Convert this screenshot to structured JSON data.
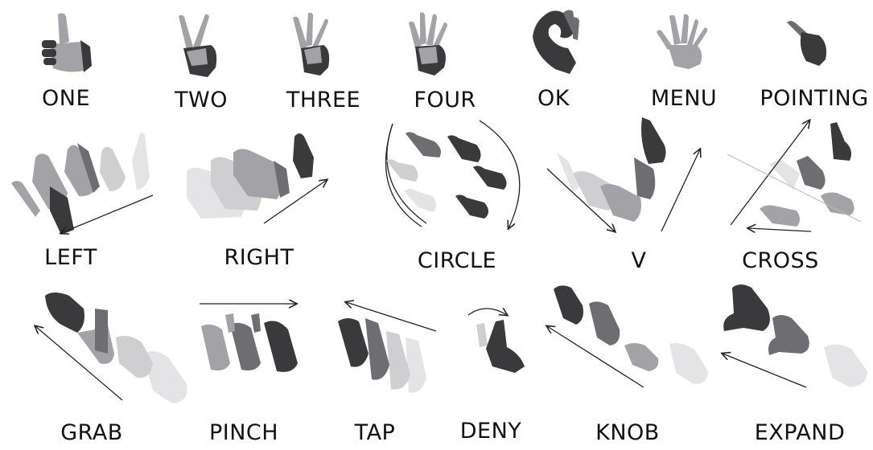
{
  "gestures": [
    {
      "label": "ONE"
    },
    {
      "label": "TWO"
    },
    {
      "label": "THREE"
    },
    {
      "label": "FOUR"
    },
    {
      "label": "OK"
    },
    {
      "label": "MENU"
    },
    {
      "label": "POINTING"
    },
    {
      "label": "LEFT"
    },
    {
      "label": "RIGHT"
    },
    {
      "label": "CIRCLE"
    },
    {
      "label": "V"
    },
    {
      "label": "CROSS"
    },
    {
      "label": "GRAB"
    },
    {
      "label": "PINCH"
    },
    {
      "label": "TAP"
    },
    {
      "label": "DENY"
    },
    {
      "label": "KNOB"
    },
    {
      "label": "EXPAND"
    }
  ],
  "colors": {
    "hand_dark": "#3a3a3c",
    "hand_mid": "#6e6e72",
    "hand_light": "#a3a3a7",
    "hand_pale": "#cfcfd2",
    "arrow": "#222222"
  }
}
